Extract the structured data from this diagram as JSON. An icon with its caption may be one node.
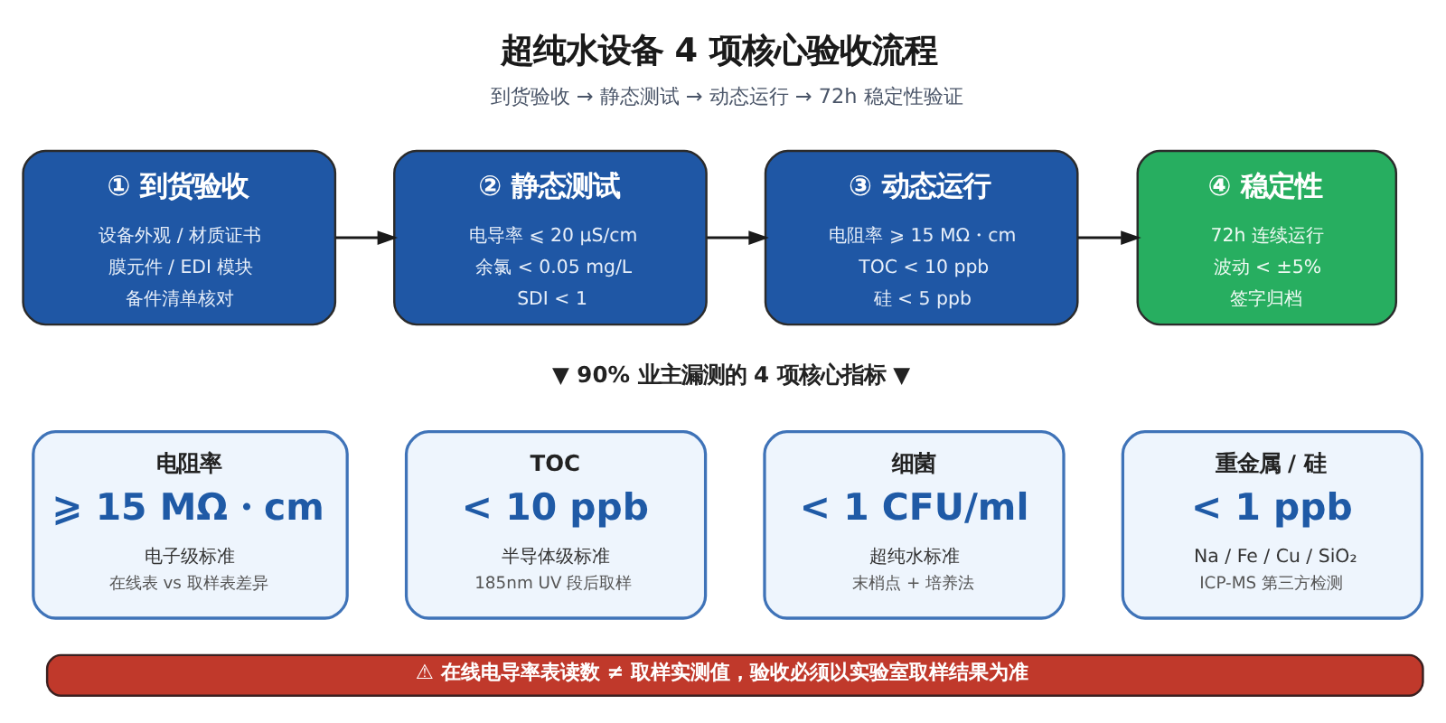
{
  "diagram": {
    "title": "超纯水设备 4 项核心验收流程",
    "nodes": [
      {
        "text": [
          "① 到货验收",
          "设备外观 / 材质证书",
          "膜元件 / EDI 模块",
          "备件清单核对"
        ]
      },
      {
        "text": [
          "② 静态测试",
          "电导率 ⩽ 20 μS/cm",
          "余氯 < 0.05 mg/L",
          "SDI < 1"
        ]
      },
      {
        "text": [
          "③ 动态运行",
          "电阻率 ⩾ 15 MΩ・cm",
          "TOC < 10 ppb",
          "硅 < 5 ppb"
        ]
      },
      {
        "text": [
          "④ 稳定性",
          "72h 连续运行",
          "波动 < ±5%",
          "签字归档"
        ]
      },
      {
        "text": [
          "电阻率",
          "⩾ 15 MΩ・cm",
          "电子级标准",
          "在线表 vs 取样表差异"
        ]
      },
      {
        "text": [
          "TOC",
          "< 10 ppb",
          "半导体级标准",
          "185nm UV 段后取样"
        ]
      },
      {
        "text": [
          "细菌",
          "< 1 CFU/ml",
          "超纯水标准",
          "末梢点 + 培养法"
        ]
      },
      {
        "text": [
          "重金属 / 硅",
          "< 1 ppb",
          "Na / Fe / Cu / SiO₂",
          "ICP-MS 第三方检测"
        ]
      },
      {
        "text": [
          "⚠ 在线电导率表读数 ≠ 取样实测值，验收必须以实验室取样结果为准"
        ]
      }
    ],
    "edges": [
      {
        "from": 0,
        "to": 1,
        "arrow": "to"
      },
      {
        "from": 1,
        "to": 2,
        "arrow": "to"
      },
      {
        "from": 2,
        "to": 3,
        "arrow": "to"
      }
    ],
    "labels": [
      "到货验收 → 静态测试 → 动态运行 → 72h 稳定性验证",
      "▼ 90% 业主漏测的 4 项核心指标 ▼"
    ]
  }
}
